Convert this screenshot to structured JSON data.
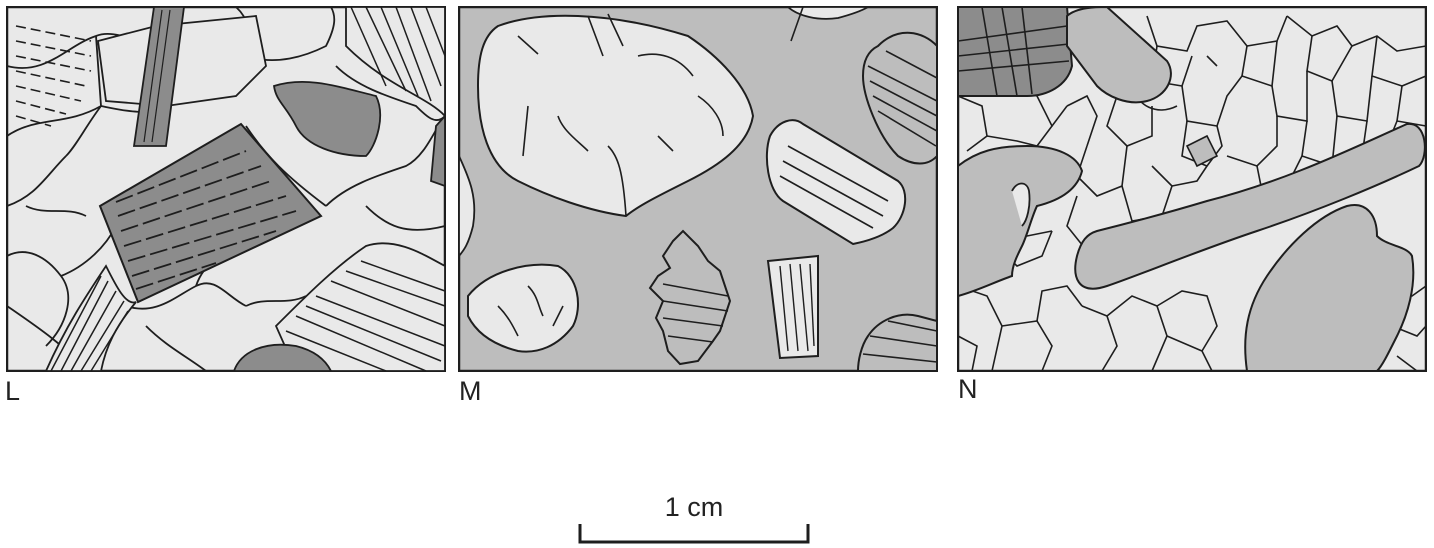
{
  "panels": [
    {
      "label": "L"
    },
    {
      "label": "M"
    },
    {
      "label": "N"
    }
  ],
  "scale_bar": {
    "label": "1 cm"
  },
  "colors": {
    "outline": "#1e1e1e",
    "light": "#e9e9e9",
    "medium": "#bdbdbd",
    "dark": "#8c8c8c",
    "background": "#ffffff"
  }
}
